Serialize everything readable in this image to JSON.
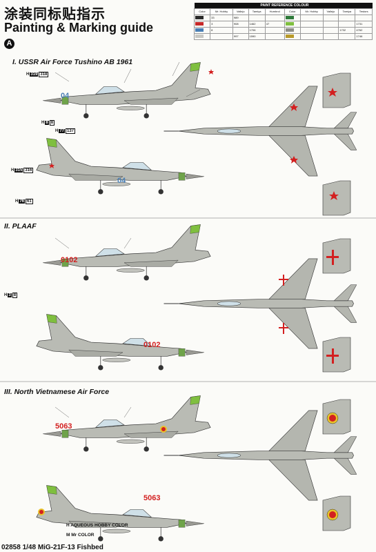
{
  "header": {
    "title_cn": "涂装同标贴指示",
    "title_en": "Painting & Marking guide",
    "badge": "A"
  },
  "paint_table": {
    "caption": "PAINT REFERENCE COLOUR",
    "columns": [
      "Color",
      "Mr. Hobby",
      "Vallejo",
      "Tamiya",
      "Humbrol",
      "Color",
      "Mr. Hobby",
      "Vallejo",
      "Tamiya",
      "Testors"
    ],
    "rows": [
      {
        "c1": "#2a2a2a",
        "mh1": "33",
        "v1": "989",
        "t1": "",
        "h1": "",
        "c2": "#2f7a3b",
        "mh2": "",
        "v2": "",
        "t2": "",
        "te2": ""
      },
      {
        "c1": "#c62828",
        "mh1": "3",
        "v1": "908",
        "t1": "1462",
        "h1": "47",
        "c2": "#7fbf3f",
        "mh2": "",
        "v2": "",
        "t2": "",
        "te2": "1731"
      },
      {
        "c1": "#4a7fb5",
        "mh1": "8",
        "v1": "",
        "t1": "1706",
        "h1": "",
        "c2": "#8d8d86",
        "mh2": "",
        "v2": "",
        "t2": "1732",
        "te2": "4762"
      },
      {
        "c1": "#c9c9c4",
        "mh1": "",
        "v1": "997",
        "t1": "1590",
        "h1": "",
        "c2": "#b89a2a",
        "mh2": "",
        "v2": "",
        "t2": "",
        "te2": "1746"
      }
    ]
  },
  "sections": [
    {
      "title": "I. USSR Air Force Tushino AB 1961"
    },
    {
      "title": "II. PLAAF"
    },
    {
      "title": "III. North Vietnamese Air Force"
    }
  ],
  "side_codes": [
    "04",
    "04",
    "0102",
    "0102",
    "5063",
    "5063"
  ],
  "hcodes": [
    {
      "h": "H",
      "n": "319",
      "c": "318"
    },
    {
      "h": "H",
      "n": "8",
      "c": "8"
    },
    {
      "h": "H",
      "n": "77",
      "c": "137"
    },
    {
      "h": "H",
      "n": "315",
      "c": "316"
    },
    {
      "h": "H",
      "n": "76",
      "c": "61"
    },
    {
      "h": "H",
      "n": "3",
      "c": "8"
    }
  ],
  "legend": {
    "h_label": "H",
    "h_text": "AQUEOUS HOBBY COLOR",
    "m_label": "M",
    "m_text": "Mr COLOR"
  },
  "footer": "02858 1/48  MiG-21F-13 Fishbed"
}
